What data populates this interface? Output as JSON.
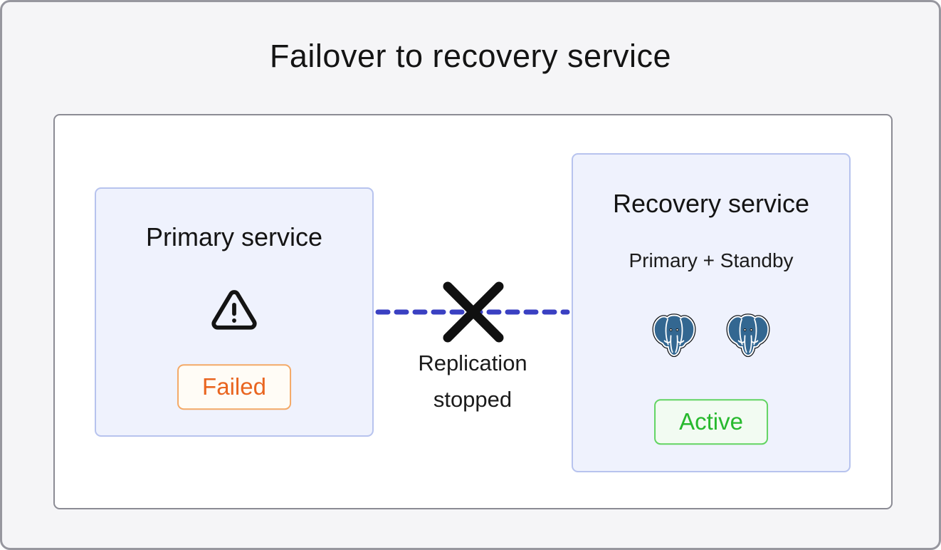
{
  "diagram": {
    "title": "Failover to recovery service",
    "primary_service": {
      "title": "Primary service",
      "status": "Failed",
      "icon": "warning-triangle-icon"
    },
    "recovery_service": {
      "title": "Recovery service",
      "subtitle": "Primary + Standby",
      "status": "Active",
      "icons": [
        "postgresql-elephant-icon",
        "postgresql-elephant-icon"
      ]
    },
    "connection": {
      "label": "Replication stopped",
      "type": "dashed-line-broken",
      "icon": "x-mark-icon"
    },
    "colors": {
      "canvas_bg": "#f5f5f7",
      "outer_border": "#97979f",
      "inner_bg": "#ffffff",
      "inner_border": "#8b8b94",
      "service_box_bg": "#eff2fd",
      "service_box_border": "#b7c3ee",
      "failed_text": "#e96520",
      "failed_border": "#f4a967",
      "failed_bg": "#fffcf6",
      "active_text": "#27b92e",
      "active_border": "#62d462",
      "active_bg": "#f2fbf2",
      "replication_line": "#3a40c2",
      "x_mark": "#101010",
      "postgres_blue": "#336791",
      "text_dark": "#141414"
    }
  }
}
